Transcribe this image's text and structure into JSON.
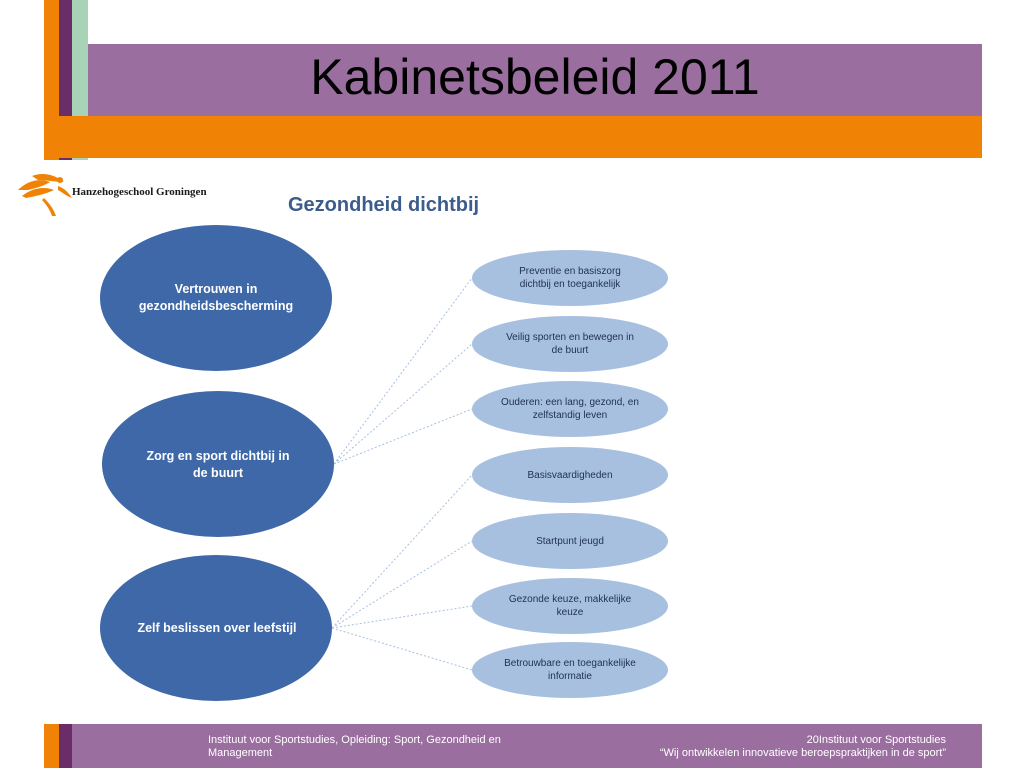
{
  "slide": {
    "title": "Kabinetsbeleid 2011"
  },
  "logo": {
    "name": "Hanzehogeschool Groningen"
  },
  "diagram": {
    "title": "Gezondheid dichtbij",
    "main_nodes": [
      {
        "label": "Vertrouwen in gezondheidsbescherming"
      },
      {
        "label": "Zorg en sport dichtbij in de buurt"
      },
      {
        "label": "Zelf beslissen over leefstijl"
      }
    ],
    "sub_nodes": [
      {
        "label": "Preventie en basiszorg dichtbij en toegankelijk"
      },
      {
        "label": "Veilig sporten en bewegen in de buurt"
      },
      {
        "label": "Ouderen: een lang, gezond, en zelfstandig leven"
      },
      {
        "label": "Basisvaardigheden"
      },
      {
        "label": "Startpunt jeugd"
      },
      {
        "label": "Gezonde keuze, makkelijke keuze"
      },
      {
        "label": "Betrouwbare en toegankelijke informatie"
      }
    ],
    "colors": {
      "main_node": "#3f68a8",
      "sub_node": "#a8c0e0",
      "connector": "#a8c0e0"
    }
  },
  "footer": {
    "left": "Instituut voor Sportstudies, Opleiding: Sport, Gezondheid en Management",
    "right_line1": "20Instituut voor Sportstudies",
    "right_line2": "“Wij ontwikkelen innovatieve beroepspraktijken in de sport”"
  },
  "colors": {
    "purple": "#9b6ea0",
    "orange": "#f08206",
    "dark_purple": "#6b2c6a",
    "green": "#a9d3b6"
  }
}
